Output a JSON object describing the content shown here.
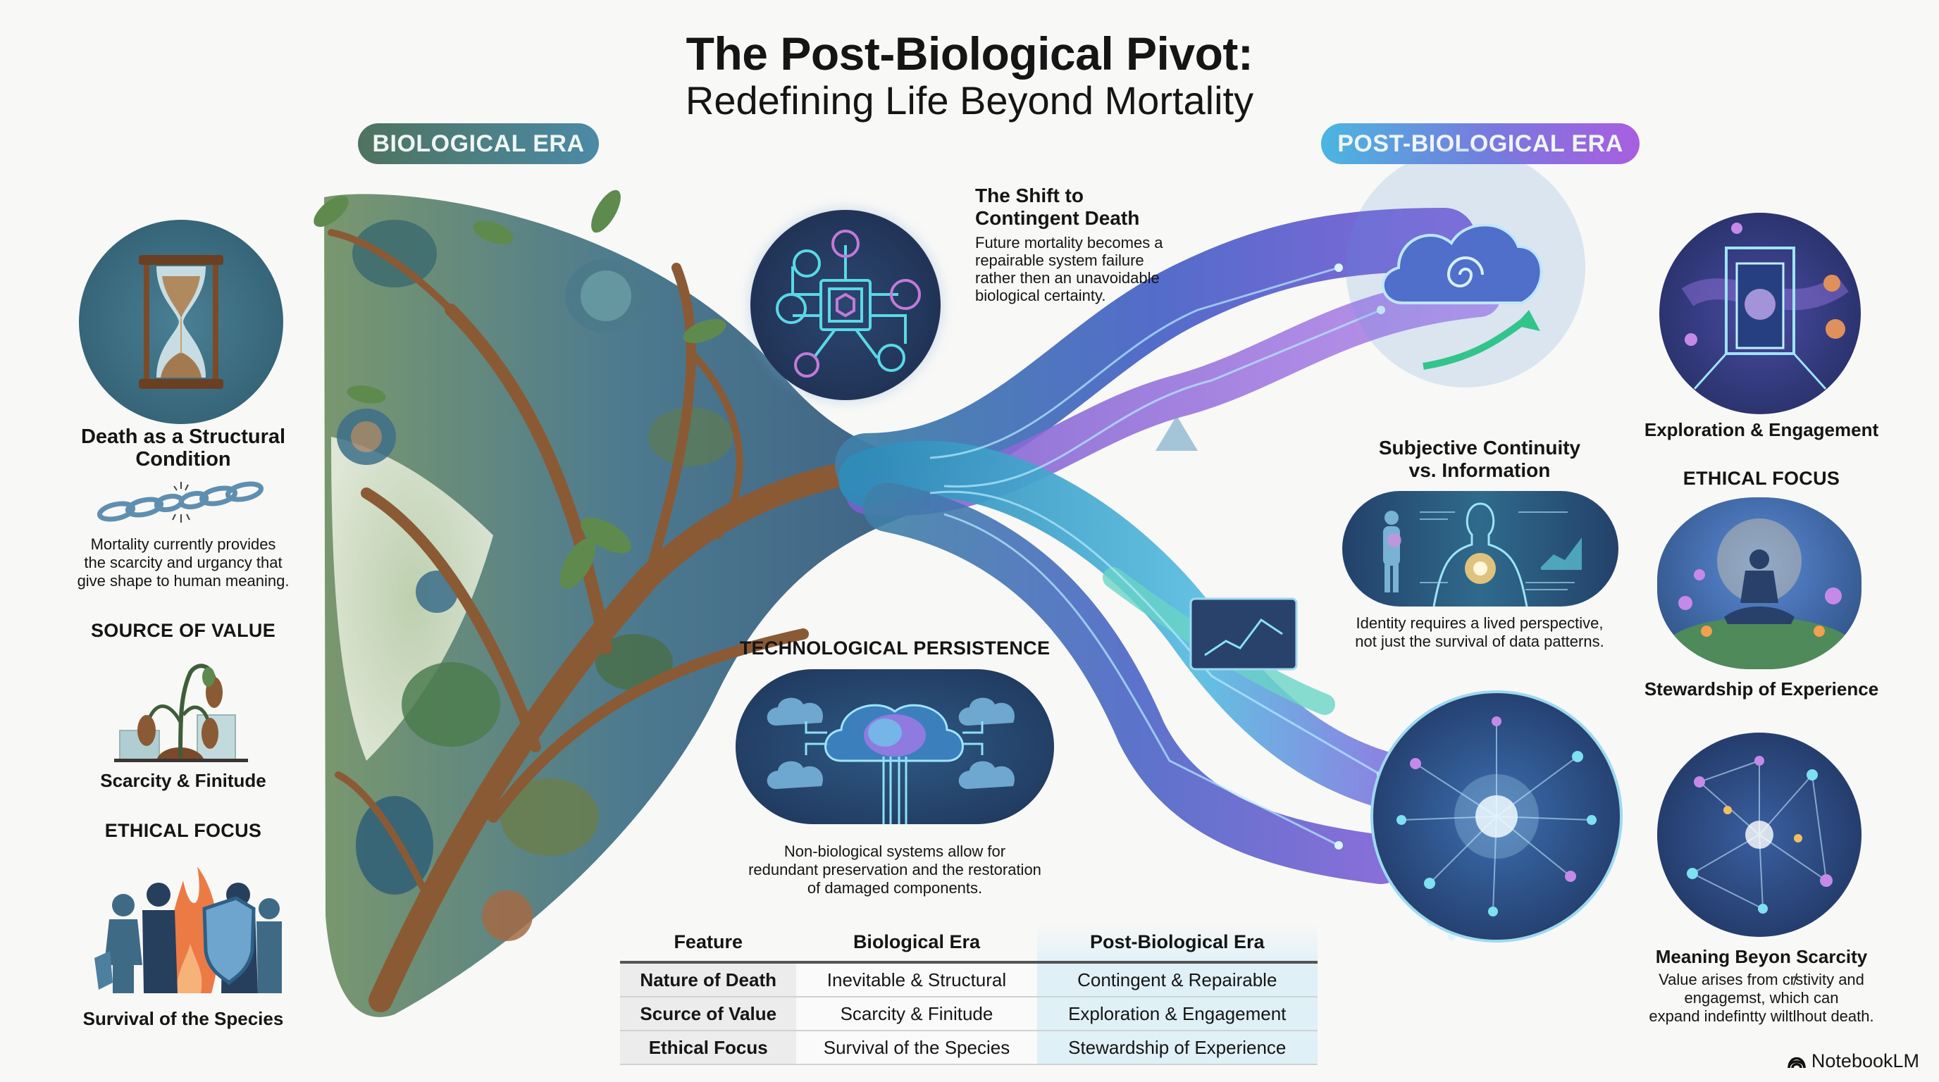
{
  "header": {
    "title": "The Post-Biological Pivot:",
    "subtitle": "Redefining Life Beyond Mortality"
  },
  "eras": {
    "biological": {
      "label": "BIOLOGICAL ERA",
      "gradient": [
        "#4f735f",
        "#4b8aa6"
      ]
    },
    "post_biological": {
      "label": "POST-BIOLOGICAL ERA",
      "gradient": [
        "#4ab6e0",
        "#7a78dd",
        "#a95ee0"
      ]
    }
  },
  "left_column": {
    "death": {
      "icon": "hourglass-icon",
      "heading": "Death as a Structural Condition",
      "heading_lines": [
        "Death as a Structural",
        "Condition"
      ],
      "chain_icon": "broken-chain-icon",
      "body_lines": [
        "Mortality currently provides",
        "the scarcity and urgancy that",
        "give shape to human meaning."
      ]
    },
    "source_of_value": {
      "label": "SOURCE OF VALUE",
      "icon": "wilting-plant-icon",
      "value": "Scarcity & Finitude"
    },
    "ethical_focus": {
      "label": "ETHICAL FOCUS",
      "icon": "people-shield-fire-icon",
      "value": "Survival of the Species"
    }
  },
  "center": {
    "shift": {
      "icon": "circuit-chip-icon",
      "heading_lines": [
        "The Shift to",
        "Contingent Death"
      ],
      "body_lines": [
        "Future mortality becomes a",
        "repairable system failure",
        "rather then an unavoidable",
        "biological certainty."
      ]
    },
    "tech_persistence": {
      "heading": "TECHNOLOGICAL PERSISTENCE",
      "icon": "cloud-brain-icon",
      "body_lines": [
        "Non-biological systems allow for",
        "redundant preservation and the restoration",
        "of damaged components."
      ]
    },
    "subjective": {
      "heading_lines": [
        "Subjective Continuity",
        "vs. Information"
      ],
      "icon": "human-scan-icon",
      "body_lines": [
        "Identity requires a lived perspective,",
        "not just the survival of data patterns."
      ]
    }
  },
  "right_column": {
    "exploration": {
      "icon": "cosmic-portal-icon",
      "value": "Exploration & Engagement"
    },
    "ethical_focus": {
      "label": "ETHICAL FOCUS",
      "icon": "meditation-icon",
      "value": "Stewardship of Experience"
    },
    "meaning": {
      "icon": "network-star-icon",
      "heading": "Meaning Beyon Scarcity",
      "body_lines": [
        "Value arises from cr̸stivity and",
        "engagemst, which can",
        "expand indefintty wiltlhout death."
      ]
    }
  },
  "comparison_table": {
    "headers": [
      "Feature",
      "Biological Era",
      "Post-Biological Era"
    ],
    "rows": [
      [
        "Nature of Death",
        "Inevitable & Structural",
        "Contingent & Repairable"
      ],
      [
        "Scurce of Value",
        "Scarcity & Finitude",
        "Exploration & Engagement"
      ],
      [
        "Ethical Focus",
        "Survival of the Species",
        "Stewardship of Experience"
      ]
    ]
  },
  "branding": {
    "icon": "notebooklm-logo-icon",
    "label": "NotebookLM"
  },
  "colors": {
    "background": "#f8f8f6",
    "text": "#151515",
    "tree_brown": "#8a5a35",
    "leaf_green": "#5f8a4e",
    "deep_blue": "#1f3656",
    "cyan": "#5bd0e8",
    "purple": "#9b6ee0",
    "post_col_tint": "#dff0f7"
  }
}
